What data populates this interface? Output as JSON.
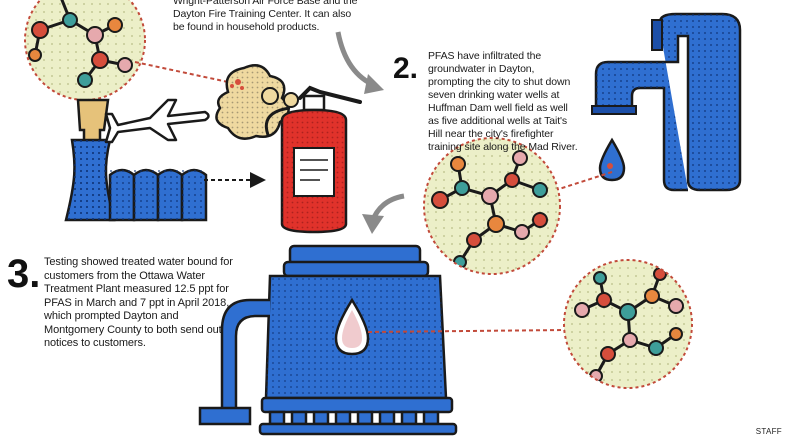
{
  "steps": {
    "step1": {
      "text": "Wright-Patterson Air Force Base and the Dayton Fire Training Center. It can also be found in household products."
    },
    "step2": {
      "number": "2.",
      "text": "PFAS have infiltrated the groundwater in Dayton, prompting the city to shut down seven drinking water wells at Huffman Dam well field as well as five additional wells at Tait's Hill near the city's firefighter training site along the Mad River."
    },
    "step3": {
      "number": "3.",
      "text": "Testing showed treated water bound for customers from the Ottawa Water Treatment Plant measured 12.5 ppt for PFAS in March and 7 ppt in April 2018, which prompted Dayton and Montgomery County to both send out notices to customers."
    }
  },
  "credit": "STAFF",
  "colors": {
    "water_blue": "#2f6fd1",
    "dark_blue": "#1c4fa8",
    "extinguisher_red": "#e0322b",
    "molecule_bg": "#ecefc8",
    "molecule_border": "#c24a3a",
    "foam": "#efd9a0",
    "node_red": "#d64e3c",
    "node_teal": "#3e9e9a",
    "node_pink": "#e6a9ad",
    "node_orange": "#e8873e",
    "line_dark": "#1a1a1a"
  },
  "icons": [
    "molecule-icon",
    "jet-icon",
    "factory-icon",
    "foam-cloud-icon",
    "fire-extinguisher-icon",
    "faucet-icon",
    "water-drop-icon",
    "water-tower-icon",
    "arrow-icon"
  ]
}
